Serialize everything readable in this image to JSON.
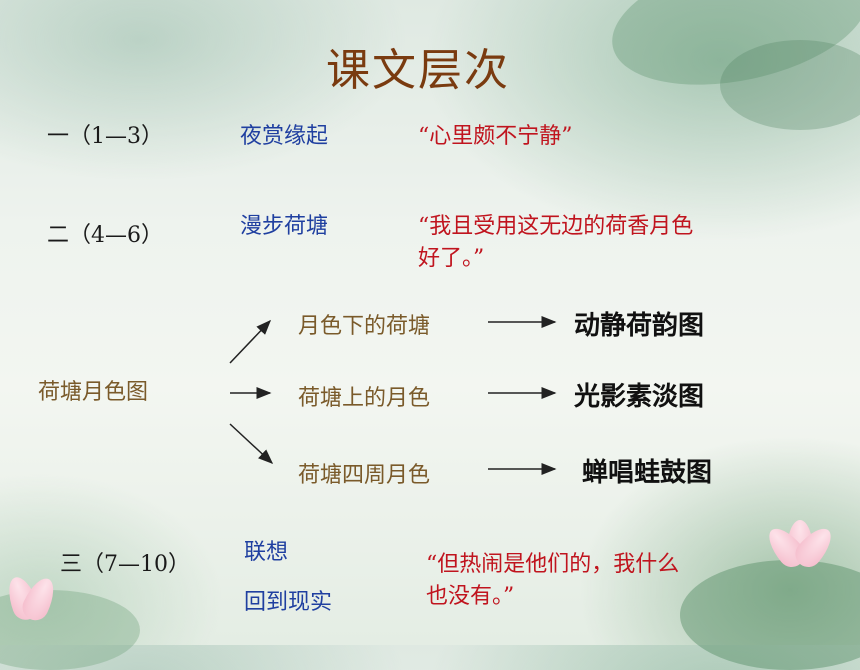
{
  "title": "课文层次",
  "sections": [
    {
      "label": "一（1—3）",
      "topic": "夜赏缘起",
      "quote": "“心里颇不宁静”"
    },
    {
      "label": "二（4—6）",
      "topic": "漫步荷塘",
      "quote_line1": "“我且受用这无边的荷香月色",
      "quote_line2": "好了。”"
    },
    {
      "label": "三（7—10）",
      "topic1": "联想",
      "topic2": "回到现实",
      "quote_line1": "“但热闹是他们的，我什么",
      "quote_line2": "也没有。”"
    }
  ],
  "diagram": {
    "root": "荷塘月色图",
    "branches": [
      {
        "label": "月色下的荷塘",
        "result": "动静荷韵图"
      },
      {
        "label": "荷塘上的月色",
        "result": "光影素淡图"
      },
      {
        "label": "荷塘四周月色",
        "result": "蝉唱蛙鼓图"
      }
    ]
  }
}
